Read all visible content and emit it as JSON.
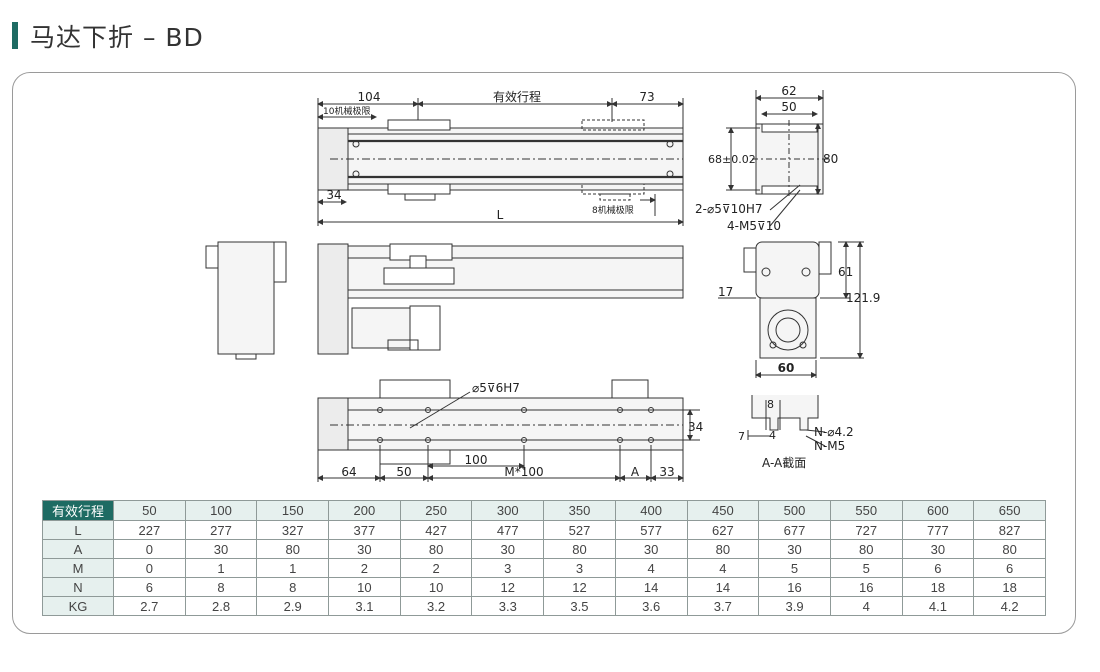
{
  "header": {
    "title": "马达下折 – BD"
  },
  "drawing": {
    "top_view": {
      "dim_104": "104",
      "dim_stroke": "有效行程",
      "dim_73": "73",
      "dim_10mech": "10机械极限",
      "dim_34": "34",
      "dim_L": "L",
      "dim_8mech": "8机械极限"
    },
    "end_view": {
      "dim_62": "62",
      "dim_50": "50",
      "dim_68": "68±0.02",
      "dim_80": "80",
      "callout_1": "2-⌀5⊽10H7",
      "callout_2": "4-M5⊽10"
    },
    "motor_view": {
      "dim_61": "61",
      "dim_17": "17",
      "dim_121_9": "121.9",
      "dim_60": "60"
    },
    "bottom_view": {
      "callout_hole": "⌀5⊽6H7",
      "dim_34": "34",
      "dim_64": "64",
      "dim_50": "50",
      "dim_100": "100",
      "dim_M100": "M*100",
      "dim_A": "A",
      "dim_33": "33"
    },
    "section": {
      "dim_8": "8",
      "dim_4": "4",
      "dim_7": "7",
      "callout_1": "N-⌀4.2",
      "callout_2": "N-M5",
      "caption": "A-A截面"
    }
  },
  "table": {
    "header": {
      "label": "有效行程",
      "values": [
        "50",
        "100",
        "150",
        "200",
        "250",
        "300",
        "350",
        "400",
        "450",
        "500",
        "550",
        "600",
        "650"
      ]
    },
    "rows": [
      {
        "label": "L",
        "values": [
          "227",
          "277",
          "327",
          "377",
          "427",
          "477",
          "527",
          "577",
          "627",
          "677",
          "727",
          "777",
          "827"
        ]
      },
      {
        "label": "A",
        "values": [
          "0",
          "30",
          "80",
          "30",
          "80",
          "30",
          "80",
          "30",
          "80",
          "30",
          "80",
          "30",
          "80"
        ]
      },
      {
        "label": "M",
        "values": [
          "0",
          "1",
          "1",
          "2",
          "2",
          "3",
          "3",
          "4",
          "4",
          "5",
          "5",
          "6",
          "6"
        ]
      },
      {
        "label": "N",
        "values": [
          "6",
          "8",
          "8",
          "10",
          "10",
          "12",
          "12",
          "14",
          "14",
          "16",
          "16",
          "18",
          "18"
        ]
      },
      {
        "label": "KG",
        "values": [
          "2.7",
          "2.8",
          "2.9",
          "3.1",
          "3.2",
          "3.3",
          "3.5",
          "3.6",
          "3.7",
          "3.9",
          "4",
          "4.1",
          "4.2"
        ]
      }
    ]
  },
  "colors": {
    "accent": "#1e6b63",
    "table_head_bg": "#e6f0ee",
    "line": "#333333",
    "part_fill": "#f2f2f2"
  }
}
